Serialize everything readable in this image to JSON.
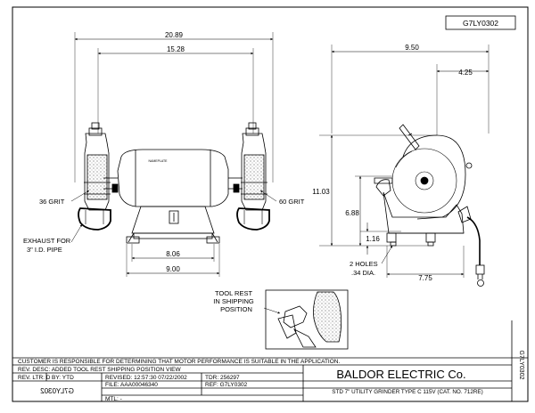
{
  "drawing_id": "G7LY0302",
  "drawing_id_rotated": "G7LY0302",
  "drawing_id_mirrored": "G7LY0302",
  "dims": {
    "overall_width": "20.89",
    "wheel_centers": "15.28",
    "side_depth": "9.50",
    "side_offset": "4.25",
    "height_total": "11.03",
    "spindle_height": "6.88",
    "foot_height": "1.16",
    "base_width": "8.06",
    "base_outer": "9.00",
    "side_base": "7.75"
  },
  "labels": {
    "left_grit": "36 GRIT",
    "right_grit": "60 GRIT",
    "exhaust_line1": "EXHAUST FOR",
    "exhaust_line2": "3\" I.D. PIPE",
    "nameplate": "NAMEPLATE",
    "holes_line1": "2 HOLES",
    "holes_line2": ".34 DIA.",
    "tool_rest_line1": "TOOL REST",
    "tool_rest_line2": "IN SHIPPING",
    "tool_rest_line3": "POSITION"
  },
  "title_block": {
    "notice": "CUSTOMER IS RESPONSIBLE FOR DETERMINING THAT MOTOR PERFORMANCE IS SUITABLE IN THE APPLICATION.",
    "rev_desc": "REV. DESC: ADDED TOOL REST SHIPPING POSITION VIEW",
    "rev_ltr": "REV. LTR: D",
    "by": "BY: YTD",
    "revised": "REVISED: 12:57:30 07/22/2002",
    "tdr": "TDR: 256297",
    "file": "FILE: AAA00046340",
    "ref": "REF: G7LY0302",
    "mtl": "MTL: -",
    "company": "BALDOR ELECTRIC Co.",
    "description": "STD 7\" UTILITY GRINDER TYPE C 115V (CAT. NO. 712RE)"
  }
}
